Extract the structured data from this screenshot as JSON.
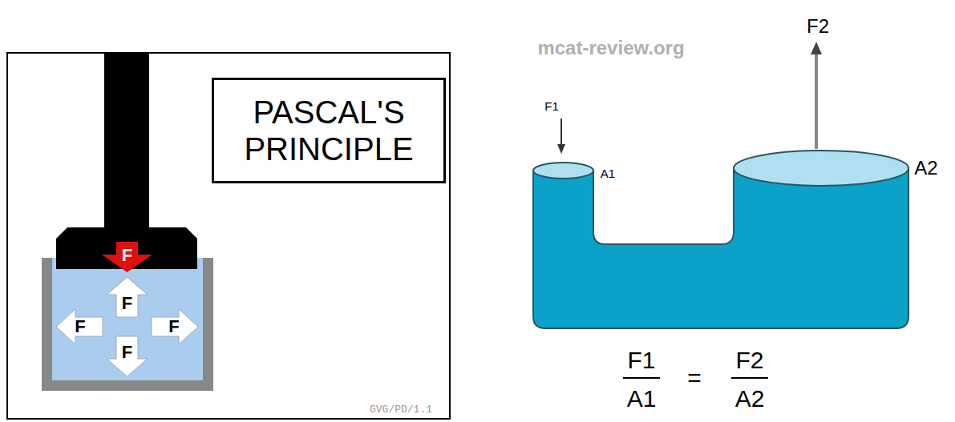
{
  "diagram": {
    "nodes": [
      {
        "text": [
          "PASCAL'S PRINCIPLE"
        ]
      }
    ],
    "labels": [
      "F",
      "F",
      "F",
      "F",
      "F",
      "GVG/PD/1.1",
      "mcat-review.org",
      "F2",
      "F1",
      "A1",
      "A2",
      "F1",
      "A1",
      "=",
      "F2",
      "A2"
    ]
  }
}
